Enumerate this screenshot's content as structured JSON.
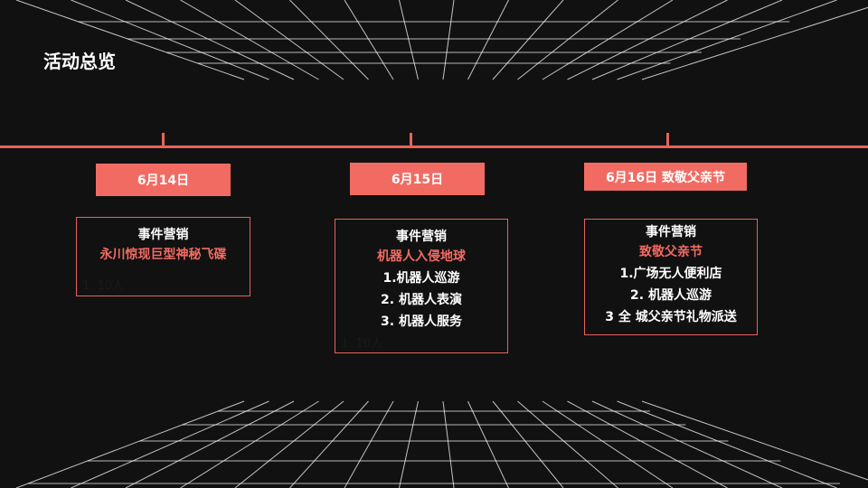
{
  "title": "活动总览",
  "colors": {
    "accent": "#f26b63",
    "background": "#111111"
  },
  "events": [
    {
      "date": "6月14日",
      "heading": "事件营销",
      "subtitle": "永川惊现巨型神秘飞碟",
      "items": [],
      "note": "1.    10人"
    },
    {
      "date": "6月15日",
      "heading": "事件营销",
      "subtitle": "机器人入侵地球",
      "items": [
        "1.机器人巡游",
        "2. 机器人表演",
        "3. 机器人服务"
      ],
      "note": "1.    10人"
    },
    {
      "date": "6月16日 致敬父亲节",
      "heading": "事件营销",
      "subtitle": "致敬父亲节",
      "items": [
        "1.广场无人便利店",
        "2. 机器人巡游",
        "3 全  城父亲节礼物派送"
      ]
    }
  ]
}
